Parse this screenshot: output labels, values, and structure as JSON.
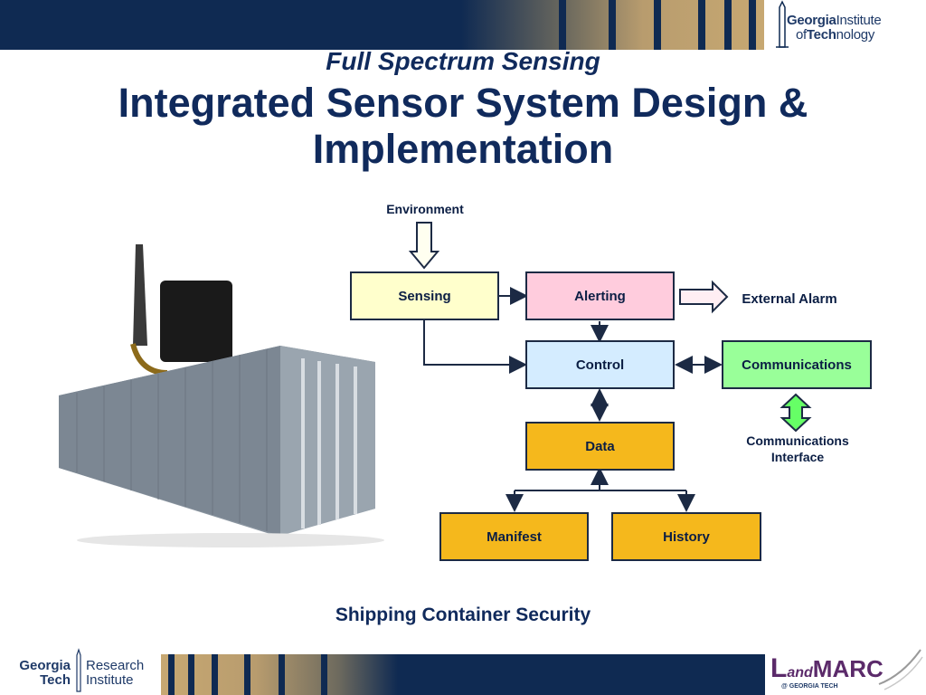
{
  "header": {
    "logo_line1_a": "Georgia",
    "logo_line1_b": "Institute",
    "logo_line2_a": "of",
    "logo_line2_b": "Tech",
    "logo_line2_c": "nology"
  },
  "slide": {
    "subtitle": "Full Spectrum Sensing",
    "title": "Integrated Sensor System Design & Implementation",
    "caption": "Shipping Container Security"
  },
  "diagram": {
    "environment": "Environment",
    "sensing": "Sensing",
    "alerting": "Alerting",
    "external_alarm": "External Alarm",
    "control": "Control",
    "communications": "Communications",
    "communications_interface_line1": "Communications",
    "communications_interface_line2": "Interface",
    "data": "Data",
    "manifest": "Manifest",
    "history": "History"
  },
  "footer": {
    "gtri_a": "Georgia",
    "gtri_b": "Tech",
    "gtri_c": "Research",
    "gtri_d": "Institute",
    "landmarc_a": "L",
    "landmarc_b": "and",
    "landmarc_c": "MARC",
    "landmarc_sub": "@ GEORGIA TECH"
  },
  "colors": {
    "navy": "#0f2a52",
    "gold": "#c7a872",
    "sensing_fill": "#ffffcc",
    "alerting_fill": "#ffccdd",
    "control_fill": "#d4ecff",
    "communications_fill": "#99ff99",
    "data_fill": "#f5b81c"
  }
}
